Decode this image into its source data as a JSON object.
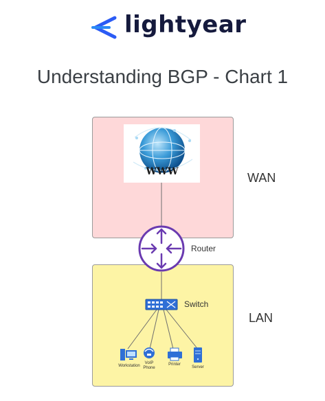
{
  "brand": {
    "name": "lightyear"
  },
  "title": "Understanding BGP - Chart 1",
  "zones": {
    "wan": "WAN",
    "lan": "LAN"
  },
  "nodes": {
    "internet": "WWW",
    "router": "Router",
    "switch": "Switch"
  },
  "devices": [
    "Workstation",
    "VoIP Phone",
    "Printer",
    "Server"
  ],
  "colors": {
    "wan_fill": "#fed8d9",
    "lan_fill": "#fdf4a5",
    "router": "#6a3ab0",
    "brand_blue": "#2b5bf5",
    "device_blue": "#2f6fd6"
  }
}
